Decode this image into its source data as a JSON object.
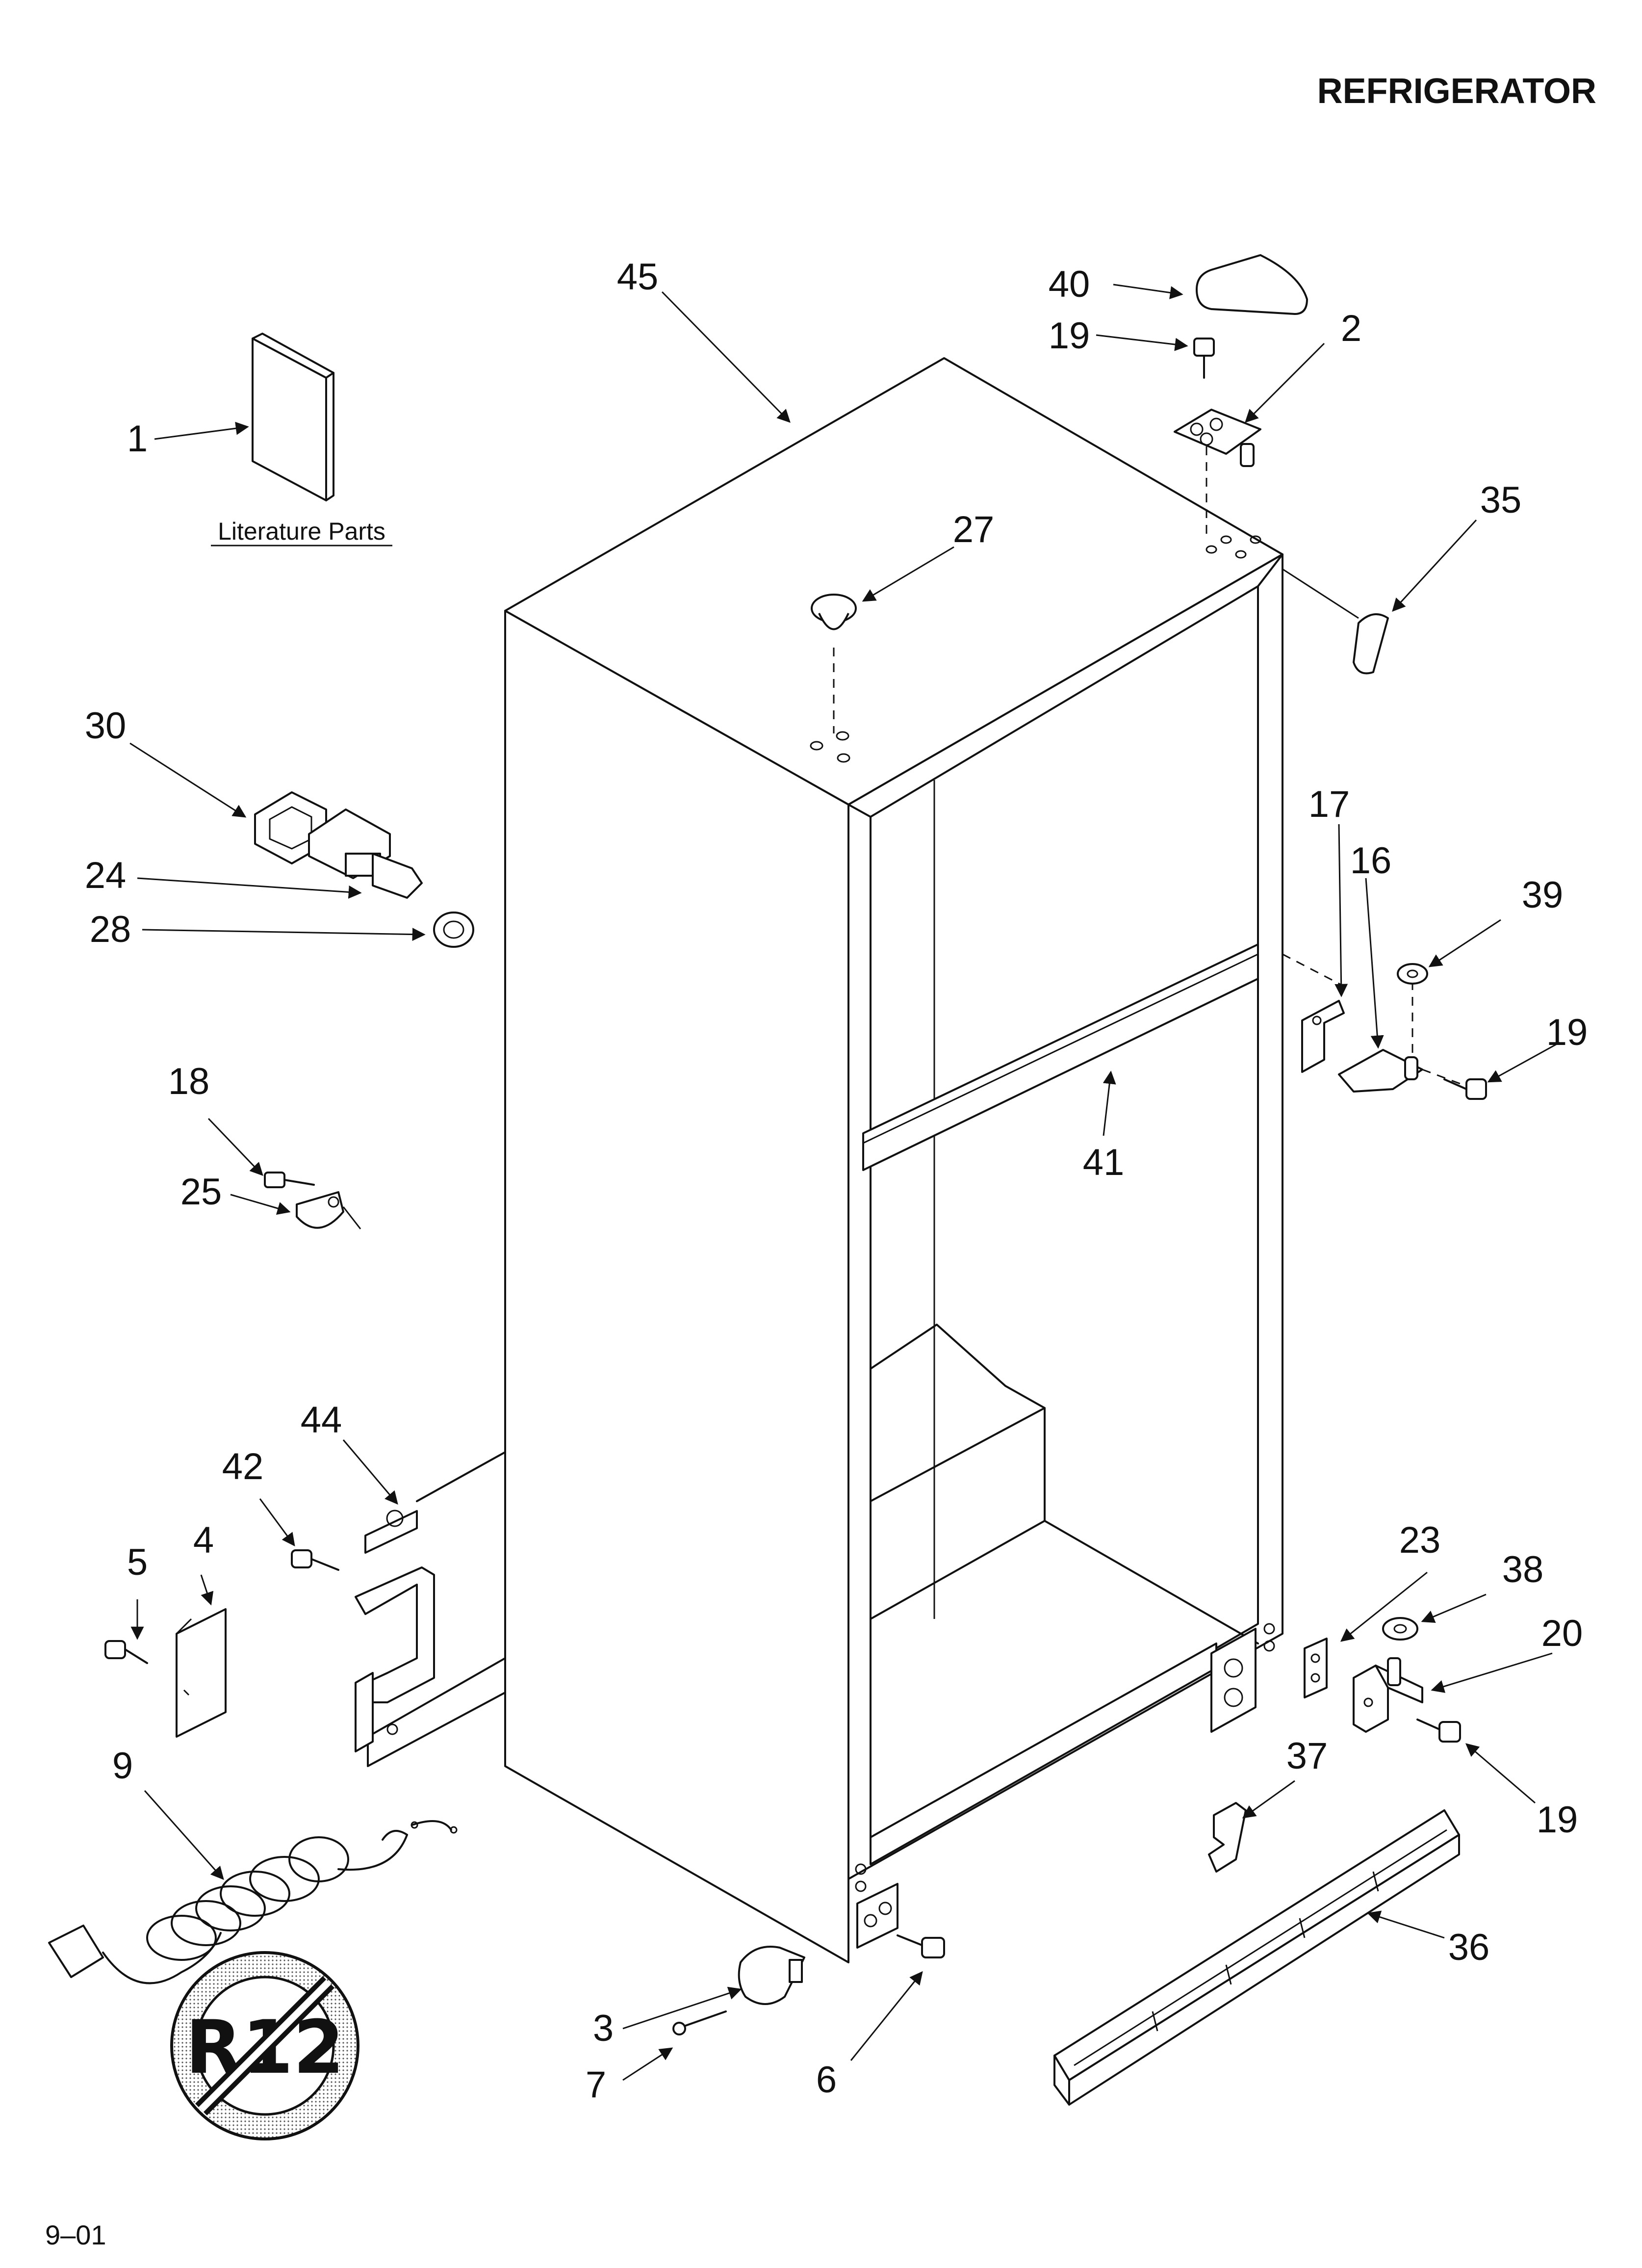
{
  "header": {
    "title": "REFRIGERATOR"
  },
  "literature": {
    "caption": "Literature Parts"
  },
  "badge": {
    "text": "R12"
  },
  "footer": {
    "code": "9–01"
  },
  "callouts": {
    "c1": "1",
    "c2": "2",
    "c3": "3",
    "c4": "4",
    "c5": "5",
    "c6": "6",
    "c7": "7",
    "c9": "9",
    "c16": "16",
    "c17": "17",
    "c18": "18",
    "c19a": "19",
    "c19b": "19",
    "c19c": "19",
    "c20": "20",
    "c23": "23",
    "c24": "24",
    "c25": "25",
    "c27": "27",
    "c28": "28",
    "c30": "30",
    "c35": "35",
    "c36": "36",
    "c37": "37",
    "c38": "38",
    "c39": "39",
    "c40": "40",
    "c41": "41",
    "c42": "42",
    "c44": "44",
    "c45": "45"
  }
}
